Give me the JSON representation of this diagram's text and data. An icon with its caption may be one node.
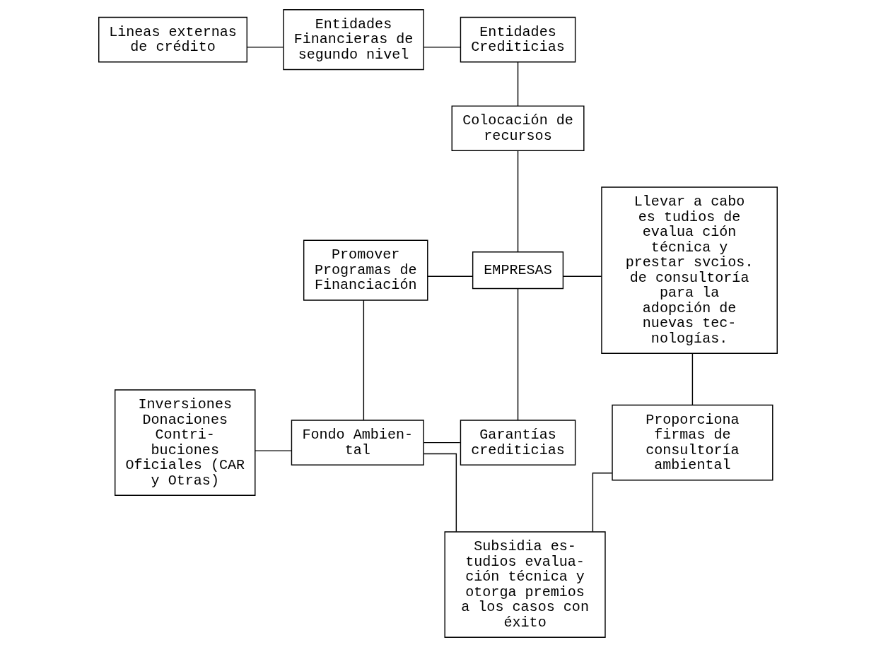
{
  "diagram": {
    "nodes": [
      {
        "text": [
          "Lineas externas de crédito"
        ]
      },
      {
        "text": [
          "Entidades Financieras de segundo nivel"
        ]
      },
      {
        "text": [
          "Entidades Crediticias"
        ]
      },
      {
        "text": [
          "Colocación de recursos"
        ]
      },
      {
        "text": [
          "Promover Programas de Financiación"
        ]
      },
      {
        "text": [
          "EMPRESAS"
        ]
      },
      {
        "text": [
          "Llevar a cabo es tudios de evalua ción técnica y prestar svcios. de consultoría para la adopción de nuevas tec- nologías."
        ]
      },
      {
        "text": [
          "Garantías crediticias"
        ]
      },
      {
        "text": [
          "Inversiones Donaciones Contri- buciones Oficiales (CAR y Otras)"
        ]
      },
      {
        "text": [
          "Fondo Ambien- tal"
        ]
      },
      {
        "text": [
          "Proporciona firmas de consultoría ambiental"
        ]
      },
      {
        "text": [
          "Subsidia es- tudios evalua- ción técnica y otorga premios a los casos con éxito"
        ]
      }
    ],
    "edges": [
      {
        "from": 0,
        "to": 1,
        "arrow": "none"
      },
      {
        "from": 1,
        "to": 2,
        "arrow": "none"
      },
      {
        "from": 2,
        "to": 3,
        "arrow": "none"
      },
      {
        "from": 3,
        "to": 5,
        "arrow": "none"
      },
      {
        "from": 4,
        "to": 5,
        "arrow": "none"
      },
      {
        "from": 5,
        "to": 6,
        "arrow": "none"
      },
      {
        "from": 5,
        "to": 7,
        "arrow": "none"
      },
      {
        "from": 4,
        "to": 9,
        "arrow": "none"
      },
      {
        "from": 8,
        "to": 9,
        "arrow": "none"
      },
      {
        "from": 9,
        "to": 7,
        "arrow": "none"
      },
      {
        "from": 6,
        "to": 10,
        "arrow": "none"
      },
      {
        "from": 9,
        "to": 11,
        "arrow": "none"
      },
      {
        "from": 11,
        "to": 10,
        "arrow": "none"
      }
    ]
  }
}
